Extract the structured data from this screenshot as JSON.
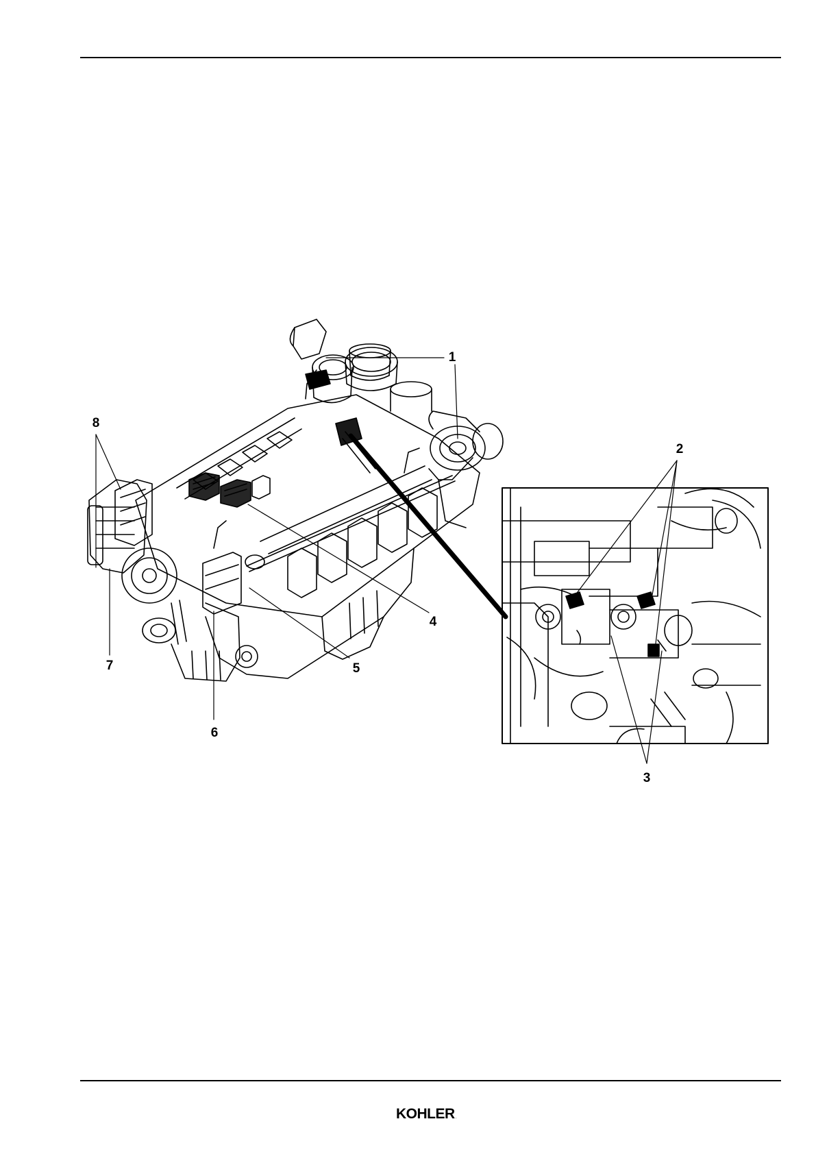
{
  "figure": {
    "callouts": {
      "c1": "1",
      "c2": "2",
      "c3": "3",
      "c4": "4",
      "c5": "5",
      "c6": "6",
      "c7": "7",
      "c8": "8"
    }
  },
  "footer": {
    "logo_text": "KOHLER",
    "logo_mark": "."
  },
  "colors": {
    "ink": "#000000",
    "paper": "#ffffff"
  }
}
